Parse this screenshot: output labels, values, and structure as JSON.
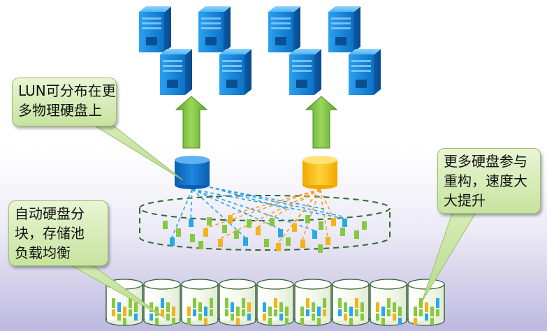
{
  "callouts": {
    "lun": {
      "lines": [
        "LUN可分布在更",
        "多物理硬盘上"
      ]
    },
    "pool": {
      "lines": [
        "自动硬盘分",
        "块，存储池",
        "负载均衡"
      ]
    },
    "rebuild": {
      "lines": [
        "更多硬盘参与",
        "重构，速度大",
        "大提升"
      ]
    }
  },
  "colors": {
    "server": "#1e8ee0",
    "lun_blue": "#1173c8",
    "lun_yellow": "#f9bf10",
    "arrow_green": "#7fc241",
    "chunk_green": "#86c83e",
    "chunk_blue": "#26a9e6",
    "chunk_yellow": "#f5b21a",
    "line_blue": "#2aa4e8",
    "line_orange": "#f0a226",
    "pool_dash": "#2d6b2d"
  },
  "icons": [
    "server-icon",
    "lun-volume-icon",
    "disk-icon",
    "up-arrow-icon"
  ]
}
